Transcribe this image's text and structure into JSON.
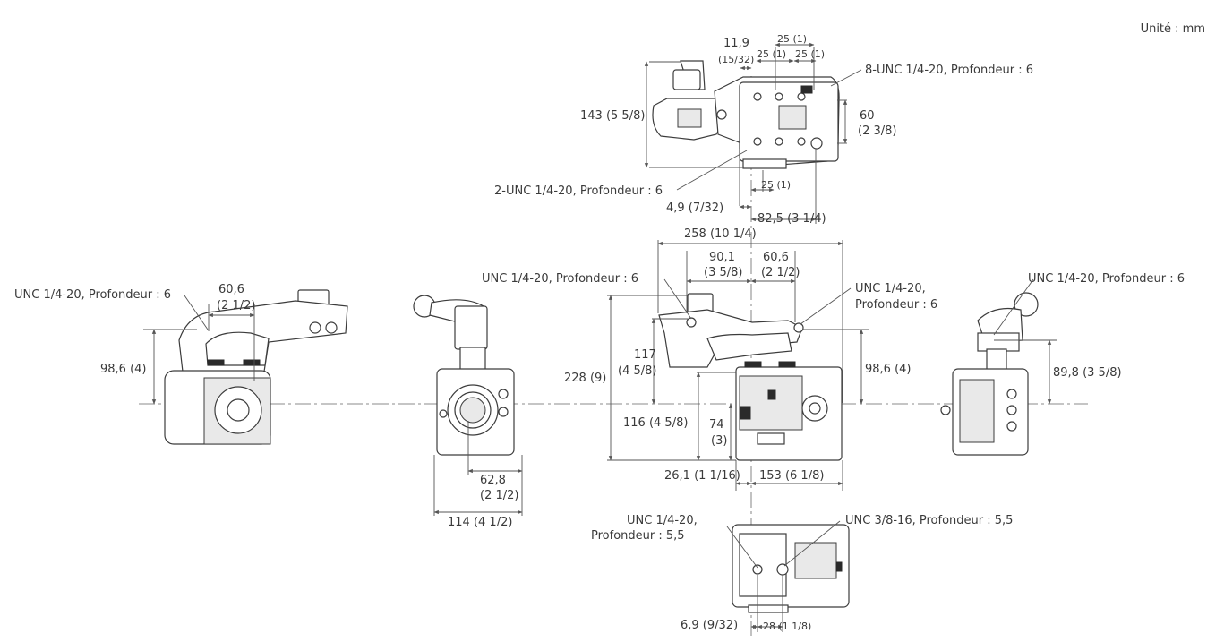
{
  "unit_label": "Unité : mm",
  "top_view": {
    "d_11_9": "11,9",
    "d_11_9_frac": "(15/32)",
    "d_25a": "25 (1)",
    "d_25b": "25 (1)",
    "d_25c": "25 (1)",
    "d_25d": "25 (1)",
    "thread_8unc": "8-UNC 1/4-20, Profondeur : 6",
    "d_143": "143 (5 5/8)",
    "d_60": "60",
    "d_60_frac": "(2 3/8)",
    "thread_2unc": "2-UNC 1/4-20, Profondeur : 6",
    "d_4_9": "4,9 (7/32)",
    "d_82_5": "82,5 (3 1/4)"
  },
  "side_left": {
    "thread": "UNC 1/4-20, Profondeur : 6",
    "d_60_6": "60,6",
    "d_60_6_frac": "(2 1/2)",
    "d_98_6": "98,6 (4)"
  },
  "front_view": {
    "d_62_8": "62,8",
    "d_62_8_frac": "(2 1/2)",
    "d_114": "114 (4 1/2)"
  },
  "side_right": {
    "d_258": "258 (10 1/4)",
    "d_90_1": "90,1",
    "d_90_1_frac": "(3 5/8)",
    "d_60_6": "60,6",
    "d_60_6_frac": "(2 1/2)",
    "thread_left": "UNC 1/4-20, Profondeur : 6",
    "thread_right_1": "UNC 1/4-20,",
    "thread_right_2": "Profondeur : 6",
    "d_228": "228 (9)",
    "d_117": "117",
    "d_117_frac": "(4 5/8)",
    "d_116": "116 (4 5/8)",
    "d_74": "74",
    "d_74_frac": "(3)",
    "d_98_6": "98,6 (4)",
    "d_26_1": "26,1 (1 1/16)",
    "d_153": "153 (6 1/8)"
  },
  "rear_view": {
    "thread": "UNC 1/4-20, Profondeur : 6",
    "d_89_8": "89,8 (3 5/8)"
  },
  "bottom_view": {
    "thread_left_1": "UNC 1/4-20,",
    "thread_left_2": "Profondeur : 5,5",
    "thread_right": "UNC 3/8-16, Profondeur : 5,5",
    "d_6_9": "6,9 (9/32)",
    "d_28": "28 (1 1/8)"
  }
}
